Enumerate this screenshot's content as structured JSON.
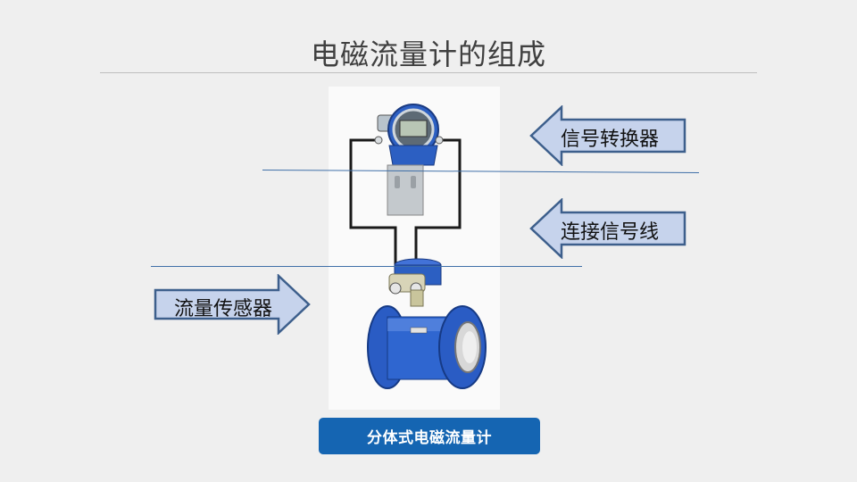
{
  "slide": {
    "title": "电磁流量计的组成"
  },
  "labels": {
    "converter": "信号转换器",
    "signal_line": "连接信号线",
    "sensor": "流量传感器"
  },
  "caption": {
    "text": "分体式电磁流量计"
  },
  "colors": {
    "arrow_fill": "#c6d3ec",
    "arrow_stroke": "#3d5f8c",
    "meter_blue": "#2a5fc4",
    "caption_bg": "#1565b2"
  }
}
